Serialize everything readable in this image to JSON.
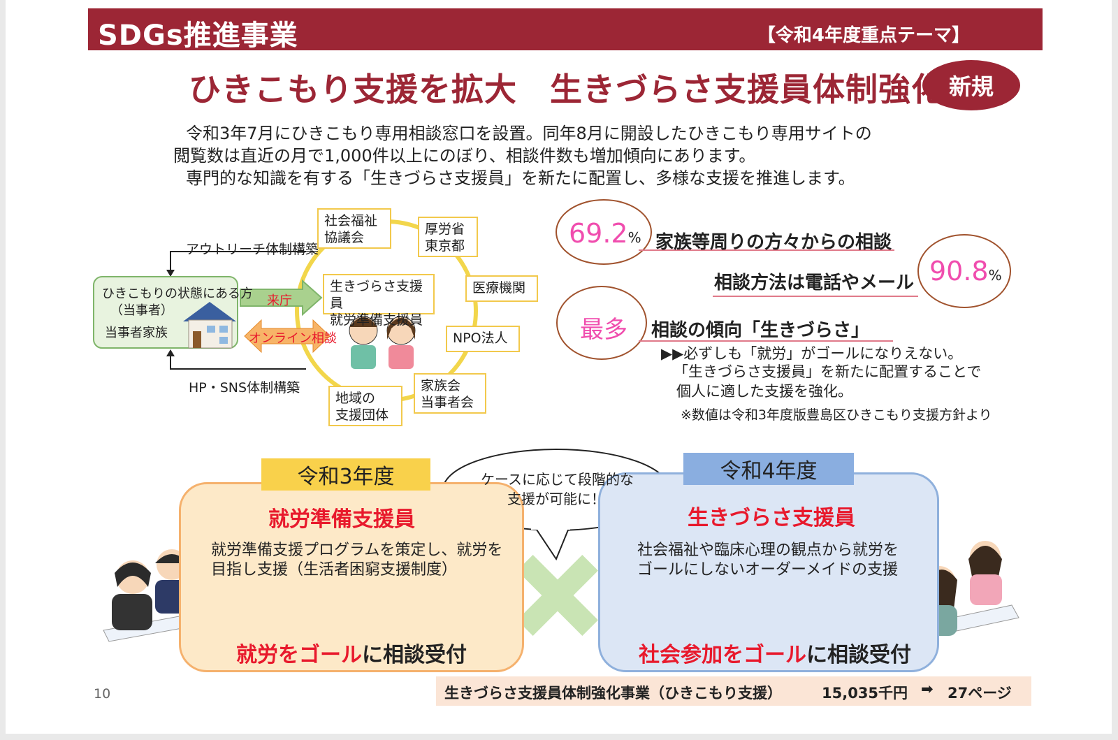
{
  "header": {
    "title": "SDGs推進事業",
    "theme": "【令和4年度重点テーマ】"
  },
  "headline": {
    "title": "ひきこもり支援を拡大　生きづらさ支援員体制強化",
    "badge": "新規"
  },
  "intro": {
    "line1": "令和3年7月にひきこもり専用相談窓口を設置。同年8月に開設したひきこもり専用サイトの",
    "line2": "閲覧数は直近の月で1,000件以上にのぼり、相談件数も増加傾向にあります。",
    "line3": "専門的な知識を有する「生きづらさ支援員」を新たに配置し、多様な支援を推進します。"
  },
  "diagram": {
    "outreach": "アウトリーチ体制構築",
    "hp_sns": "HP・SNS体制構築",
    "person_line1": "ひきこもりの状態にある方",
    "person_line2": "（当事者）",
    "family": "当事者家族",
    "visit": "来庁",
    "online": "オンライン相談",
    "center_line1": "生きづらさ支援員",
    "center_line2": "就労準備支援員",
    "partners": [
      {
        "line1": "社会福祉",
        "line2": "協議会"
      },
      {
        "line1": "厚労省",
        "line2": "東京都"
      },
      {
        "line1": "医療機関",
        "line2": ""
      },
      {
        "line1": "NPO法人",
        "line2": ""
      },
      {
        "line1": "家族会",
        "line2": "当事者会"
      },
      {
        "line1": "地域の",
        "line2": "支援団体"
      }
    ]
  },
  "stats": {
    "s1_value": "69.2",
    "s1_unit": "%",
    "s1_label": "家族等周りの方々からの相談",
    "s2_value": "90.8",
    "s2_unit": "%",
    "s2_label": "相談方法は電話やメール",
    "s3_value": "最多",
    "s3_label": "相談の傾向「生きづらさ」",
    "note1": "▶▶必ずしも「就労」がゴールになりえない。",
    "note2": "「生きづらさ支援員」を新たに配置することで",
    "note3": "個人に適した支援を強化。",
    "source": "※数値は令和3年度版豊島区ひきこもり支援方針より"
  },
  "left_card": {
    "year": "令和3年度",
    "title": "就労準備支援員",
    "text1": "就労準備支援プログラムを策定し、就労を",
    "text2": "目指し支援（生活者困窮支援制度）",
    "goal_red": "就労をゴール",
    "goal_black": "に相談受付"
  },
  "bubble": {
    "line1": "ケースに応じて段階的な",
    "line2": "支援が可能に！"
  },
  "right_card": {
    "year": "令和4年度",
    "title": "生きづらさ支援員",
    "text1": "社会福祉や臨床心理の観点から就労を",
    "text2": "ゴールにしないオーダーメイドの支援",
    "goal_red": "社会参加をゴール",
    "goal_black": "に相談受付"
  },
  "footer": {
    "page": "10",
    "project": "生きづらさ支援員体制強化事業（ひきこもり支援）",
    "budget": "15,035千円",
    "arrow": "➡",
    "ref": "27ページ"
  },
  "colors": {
    "brand": "#9c2635",
    "stat_pink": "#f04dae",
    "accent_red": "#e8192c",
    "year3_bg": "#fde9c8",
    "year4_bg": "#dce6f5"
  }
}
